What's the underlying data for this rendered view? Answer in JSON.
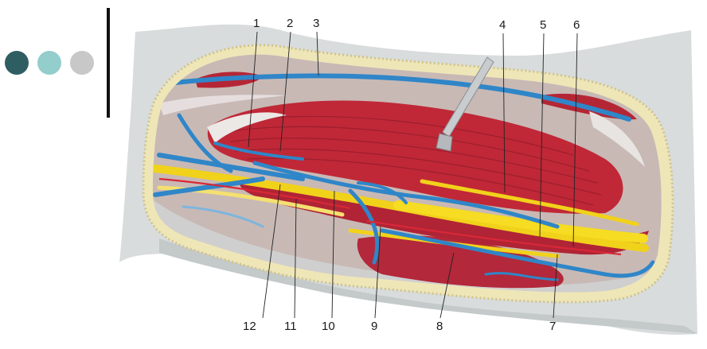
{
  "slide": {
    "dots": [
      {
        "color": "#2e5e61"
      },
      {
        "color": "#93cdcc"
      },
      {
        "color": "#c8c8c8"
      }
    ]
  },
  "figure": {
    "top_labels": [
      "1",
      "2",
      "3",
      "4",
      "5",
      "6"
    ],
    "bottom_labels": [
      "12",
      "11",
      "10",
      "9",
      "8",
      "7"
    ]
  }
}
